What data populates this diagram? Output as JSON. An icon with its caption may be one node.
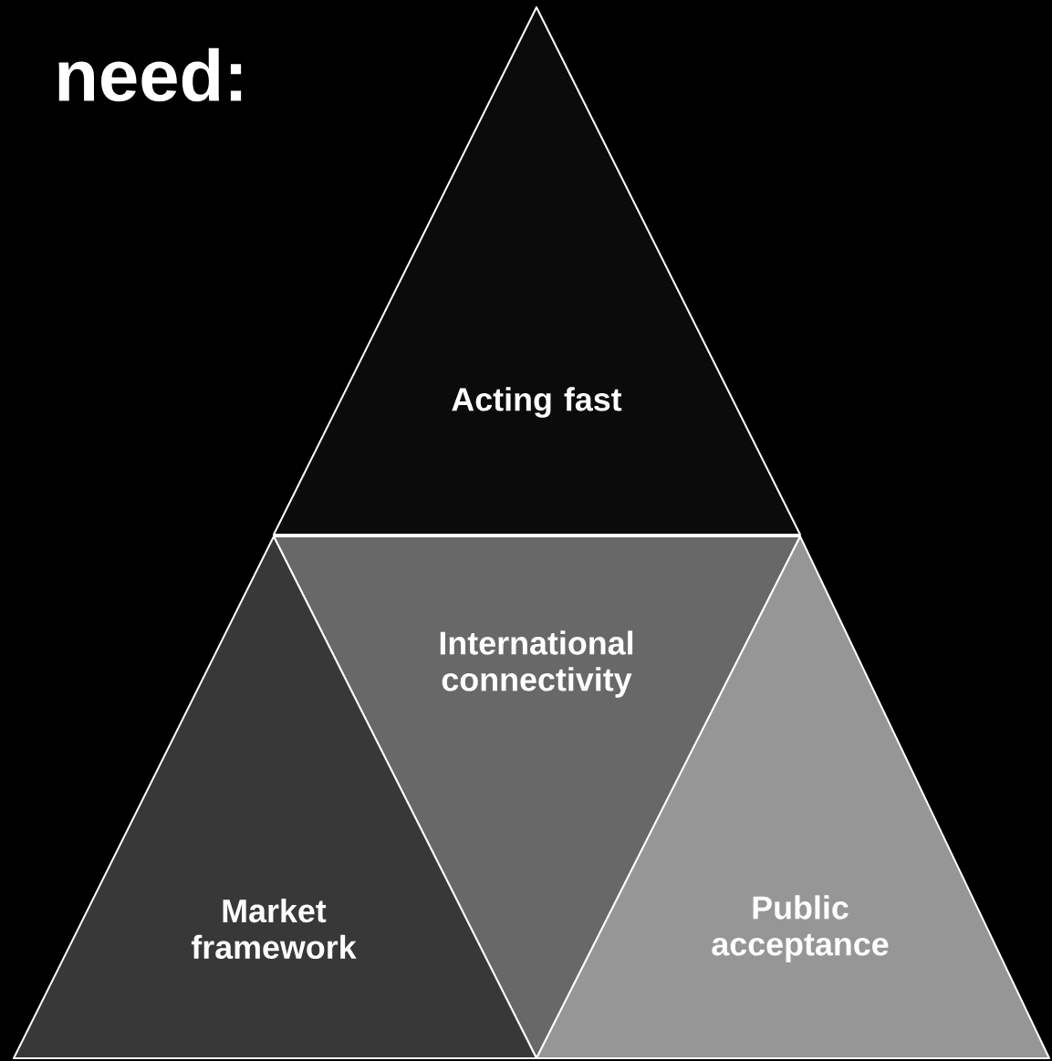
{
  "diagram": {
    "title": "need:",
    "nodes": [
      {
        "text": [
          "Acting fast"
        ]
      },
      {
        "text": [
          "International connectivity"
        ]
      },
      {
        "text": [
          "Market framework"
        ]
      },
      {
        "text": [
          "Public acceptance"
        ]
      }
    ]
  }
}
